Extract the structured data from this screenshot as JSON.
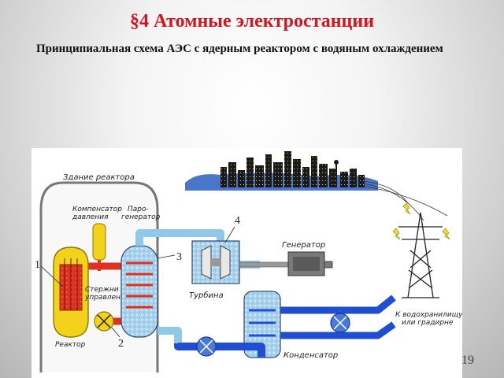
{
  "slide": {
    "title": "§4 Атомные электростанции",
    "subtitle": "Принципиальная схема АЭС с ядерным реактором с водяным охлаждением",
    "page_number": "19"
  },
  "diagram": {
    "building_label": "Здание реактора",
    "pressurizer_label_1": "Компенсатор",
    "pressurizer_label_2": "давления",
    "steam_gen_label_1": "Паро-",
    "steam_gen_label_2": "генератор",
    "control_rods_label_1": "Стержни",
    "control_rods_label_2": "управления",
    "reactor_label": "Реактор",
    "turbine_label": "Турбина",
    "generator_label": "Генератор",
    "condenser_label": "Конденсатор",
    "reservoir_label_1": "К водохранилищу",
    "reservoir_label_2": "или градирне",
    "markers": {
      "m1": "1",
      "m2": "2",
      "m3": "3",
      "m4": "4"
    }
  },
  "colors": {
    "title": "#d4141e",
    "primary_loop": "#e03020",
    "secondary_loop": "#8fc8e8",
    "cooling_loop": "#1f4fd0",
    "reactor_core": "#f2d21a"
  }
}
